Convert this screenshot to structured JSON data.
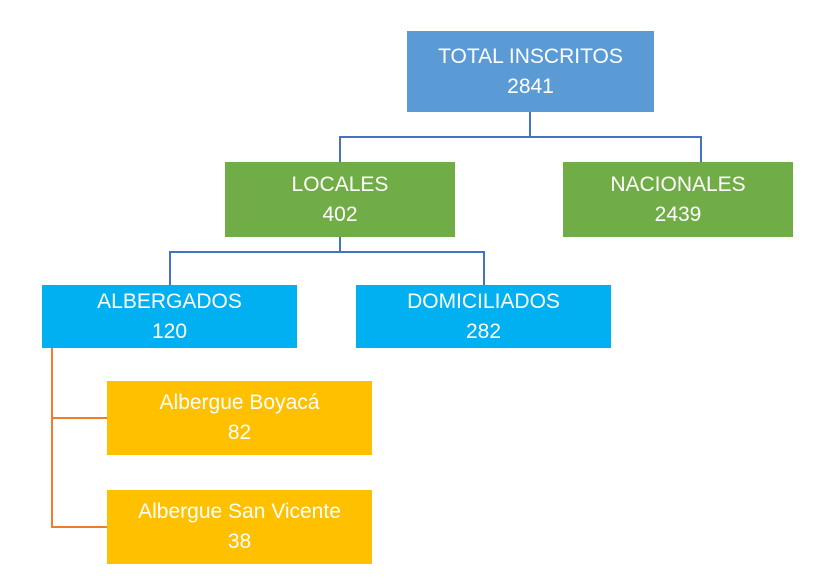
{
  "nodes": {
    "total": {
      "label": "TOTAL INSCRITOS",
      "value": "2841"
    },
    "locales": {
      "label": "LOCALES",
      "value": "402"
    },
    "nacionales": {
      "label": "NACIONALES",
      "value": "2439"
    },
    "albergados": {
      "label": "ALBERGADOS",
      "value": "120"
    },
    "domiciliados": {
      "label": "DOMICILIADOS",
      "value": "282"
    },
    "boyaca": {
      "label": "Albergue Boyacá",
      "value": "82"
    },
    "san_vicente": {
      "label": "Albergue San Vicente",
      "value": "38"
    }
  },
  "colors": {
    "level1": "#5B9BD5",
    "level2": "#70AD47",
    "level3": "#00B0F0",
    "level4": "#FFC000",
    "connector": "#4472C4",
    "connector_orange": "#ED7D31"
  }
}
